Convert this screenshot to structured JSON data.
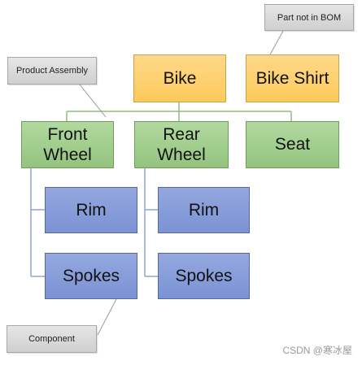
{
  "nodes": {
    "bike": "Bike",
    "bike_shirt": "Bike Shirt",
    "front_wheel": "Front\nWheel",
    "rear_wheel": "Rear\nWheel",
    "seat": "Seat",
    "front_rim": "Rim",
    "front_spokes": "Spokes",
    "rear_rim": "Rim",
    "rear_spokes": "Spokes"
  },
  "callouts": {
    "part_not_in_bom": "Part not in BOM",
    "product_assembly": "Product Assembly",
    "component": "Component"
  },
  "watermark": "CSDN @寒冰屋",
  "colors": {
    "assembly_fill": "#fcc95a",
    "subassembly_fill": "#93c47d",
    "component_fill": "#7b93d4",
    "connector_green": "#8cc07a",
    "connector_blue": "#8fa3d6",
    "callout_fill": "#d9d9d9"
  }
}
